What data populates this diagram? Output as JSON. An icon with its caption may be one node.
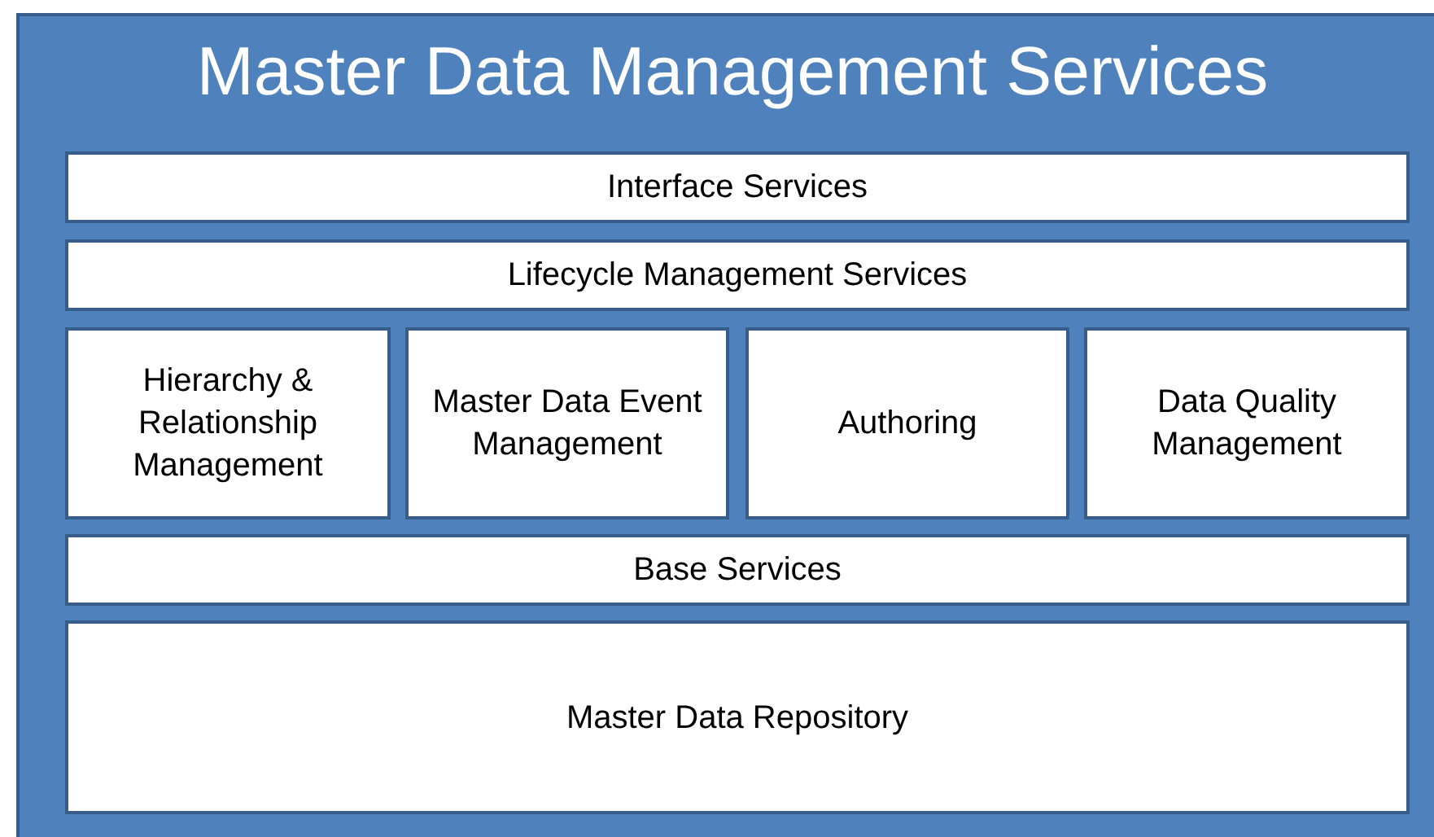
{
  "diagram": {
    "nodes": [
      {
        "text": [
          "Master Data Management Services"
        ]
      },
      {
        "text": [
          "Interface Services"
        ],
        "in": 0
      },
      {
        "text": [
          "Lifecycle Management Services"
        ],
        "in": 0
      },
      {
        "text": [
          "Hierarchy & Relationship Management"
        ],
        "in": 0
      },
      {
        "text": [
          "Master Data Event Management"
        ],
        "in": 0
      },
      {
        "text": [
          "Authoring"
        ],
        "in": 0
      },
      {
        "text": [
          "Data Quality Management"
        ],
        "in": 0
      },
      {
        "text": [
          "Base Services"
        ],
        "in": 0
      },
      {
        "text": [
          "Master Data Repository"
        ],
        "in": 0
      }
    ]
  }
}
